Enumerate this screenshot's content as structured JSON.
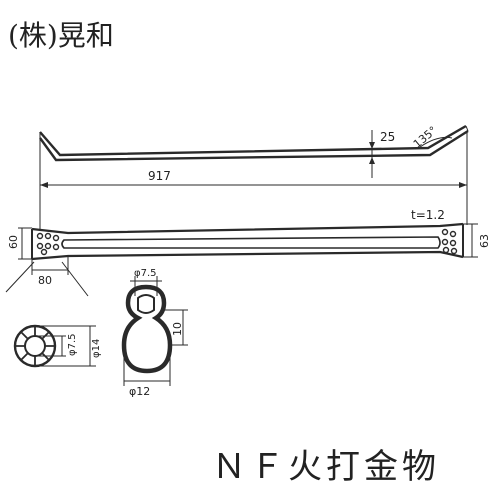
{
  "company": "(株)晃和",
  "product_title": "ＮＦ火打金物",
  "dimensions": {
    "length": "917",
    "end_rise": "25",
    "bend_angle": "135°",
    "thickness": "t=1.2",
    "left_width": "60",
    "right_width": "63",
    "end_length": "80",
    "hole_small_dia": "φ7.5",
    "hole_large_dia": "φ14",
    "slot_narrow_dia": "φ7.5",
    "slot_height": "10",
    "slot_wide_dia": "φ12"
  }
}
